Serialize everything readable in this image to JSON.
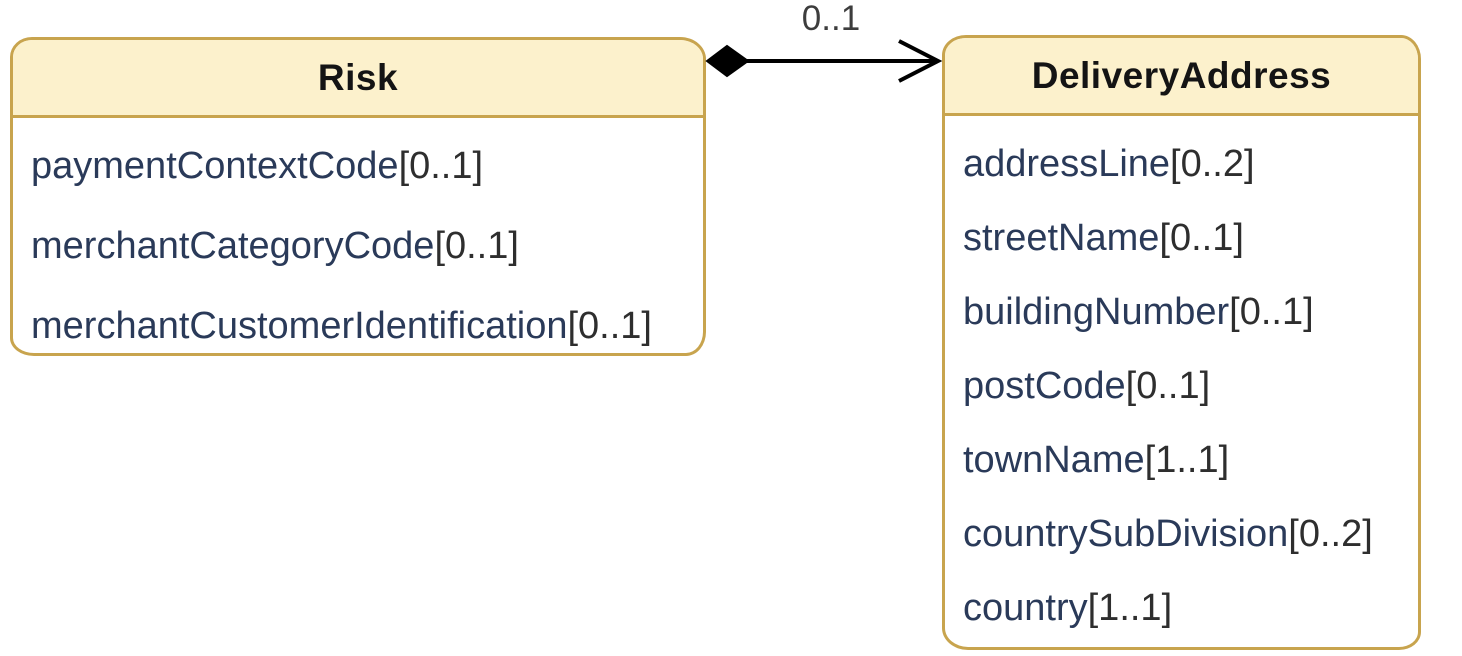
{
  "diagram": {
    "colors": {
      "canvasBg": "#ffffff",
      "headerFill": "#FCF1CC",
      "bodyFill": "#ffffff",
      "border": "#C8A44E",
      "titleText": "#141414",
      "attrName": "#2A3A59",
      "attrCardinality": "#2E2E2E",
      "connector": "#000000",
      "edgeLabel": "#3D3D3D"
    },
    "classes": [
      {
        "name": "Risk",
        "attributes": [
          {
            "name": "paymentContextCode",
            "cardinality": "[0..1]"
          },
          {
            "name": "merchantCategoryCode",
            "cardinality": "[0..1]"
          },
          {
            "name": "merchantCustomerIdentification",
            "cardinality": "[0..1]"
          }
        ]
      },
      {
        "name": "DeliveryAddress",
        "attributes": [
          {
            "name": "addressLine",
            "cardinality": "[0..2]"
          },
          {
            "name": "streetName",
            "cardinality": "[0..1]"
          },
          {
            "name": "buildingNumber",
            "cardinality": "[0..1]"
          },
          {
            "name": "postCode",
            "cardinality": "[0..1]"
          },
          {
            "name": "townName",
            "cardinality": "[1..1]"
          },
          {
            "name": "countrySubDivision",
            "cardinality": "[0..2]"
          },
          {
            "name": "country",
            "cardinality": "[1..1]"
          }
        ]
      }
    ],
    "relationship": {
      "label": "0..1",
      "source": "Risk",
      "target": "DeliveryAddress",
      "sourceDecoration": "filled-diamond",
      "targetDecoration": "open-arrow"
    }
  }
}
